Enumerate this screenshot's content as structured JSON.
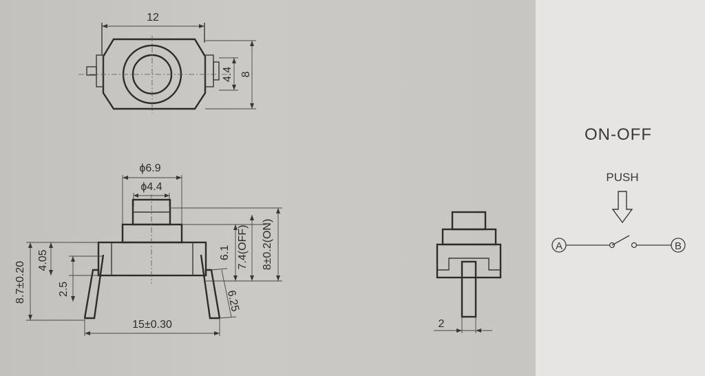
{
  "top_view": {
    "width_label": "12",
    "height_label": "8",
    "terminal_label": "4.4"
  },
  "front_view": {
    "cap_dia_label": "ϕ6.9",
    "stem_dia_label": "ϕ4.4",
    "h_61": "6.1",
    "h_off": "7.4(OFF)",
    "h_on": "8±0.2(ON)",
    "h_87": "8.7±0.20",
    "h_405": "4.05",
    "h_25": "2.5",
    "leg_label": "6.25",
    "base_width_label": "15±0.30"
  },
  "side_view": {
    "pin_width_label": "2"
  },
  "schematic": {
    "title": "ON-OFF",
    "push_label": "PUSH",
    "terminal_a": "A",
    "terminal_b": "B"
  }
}
